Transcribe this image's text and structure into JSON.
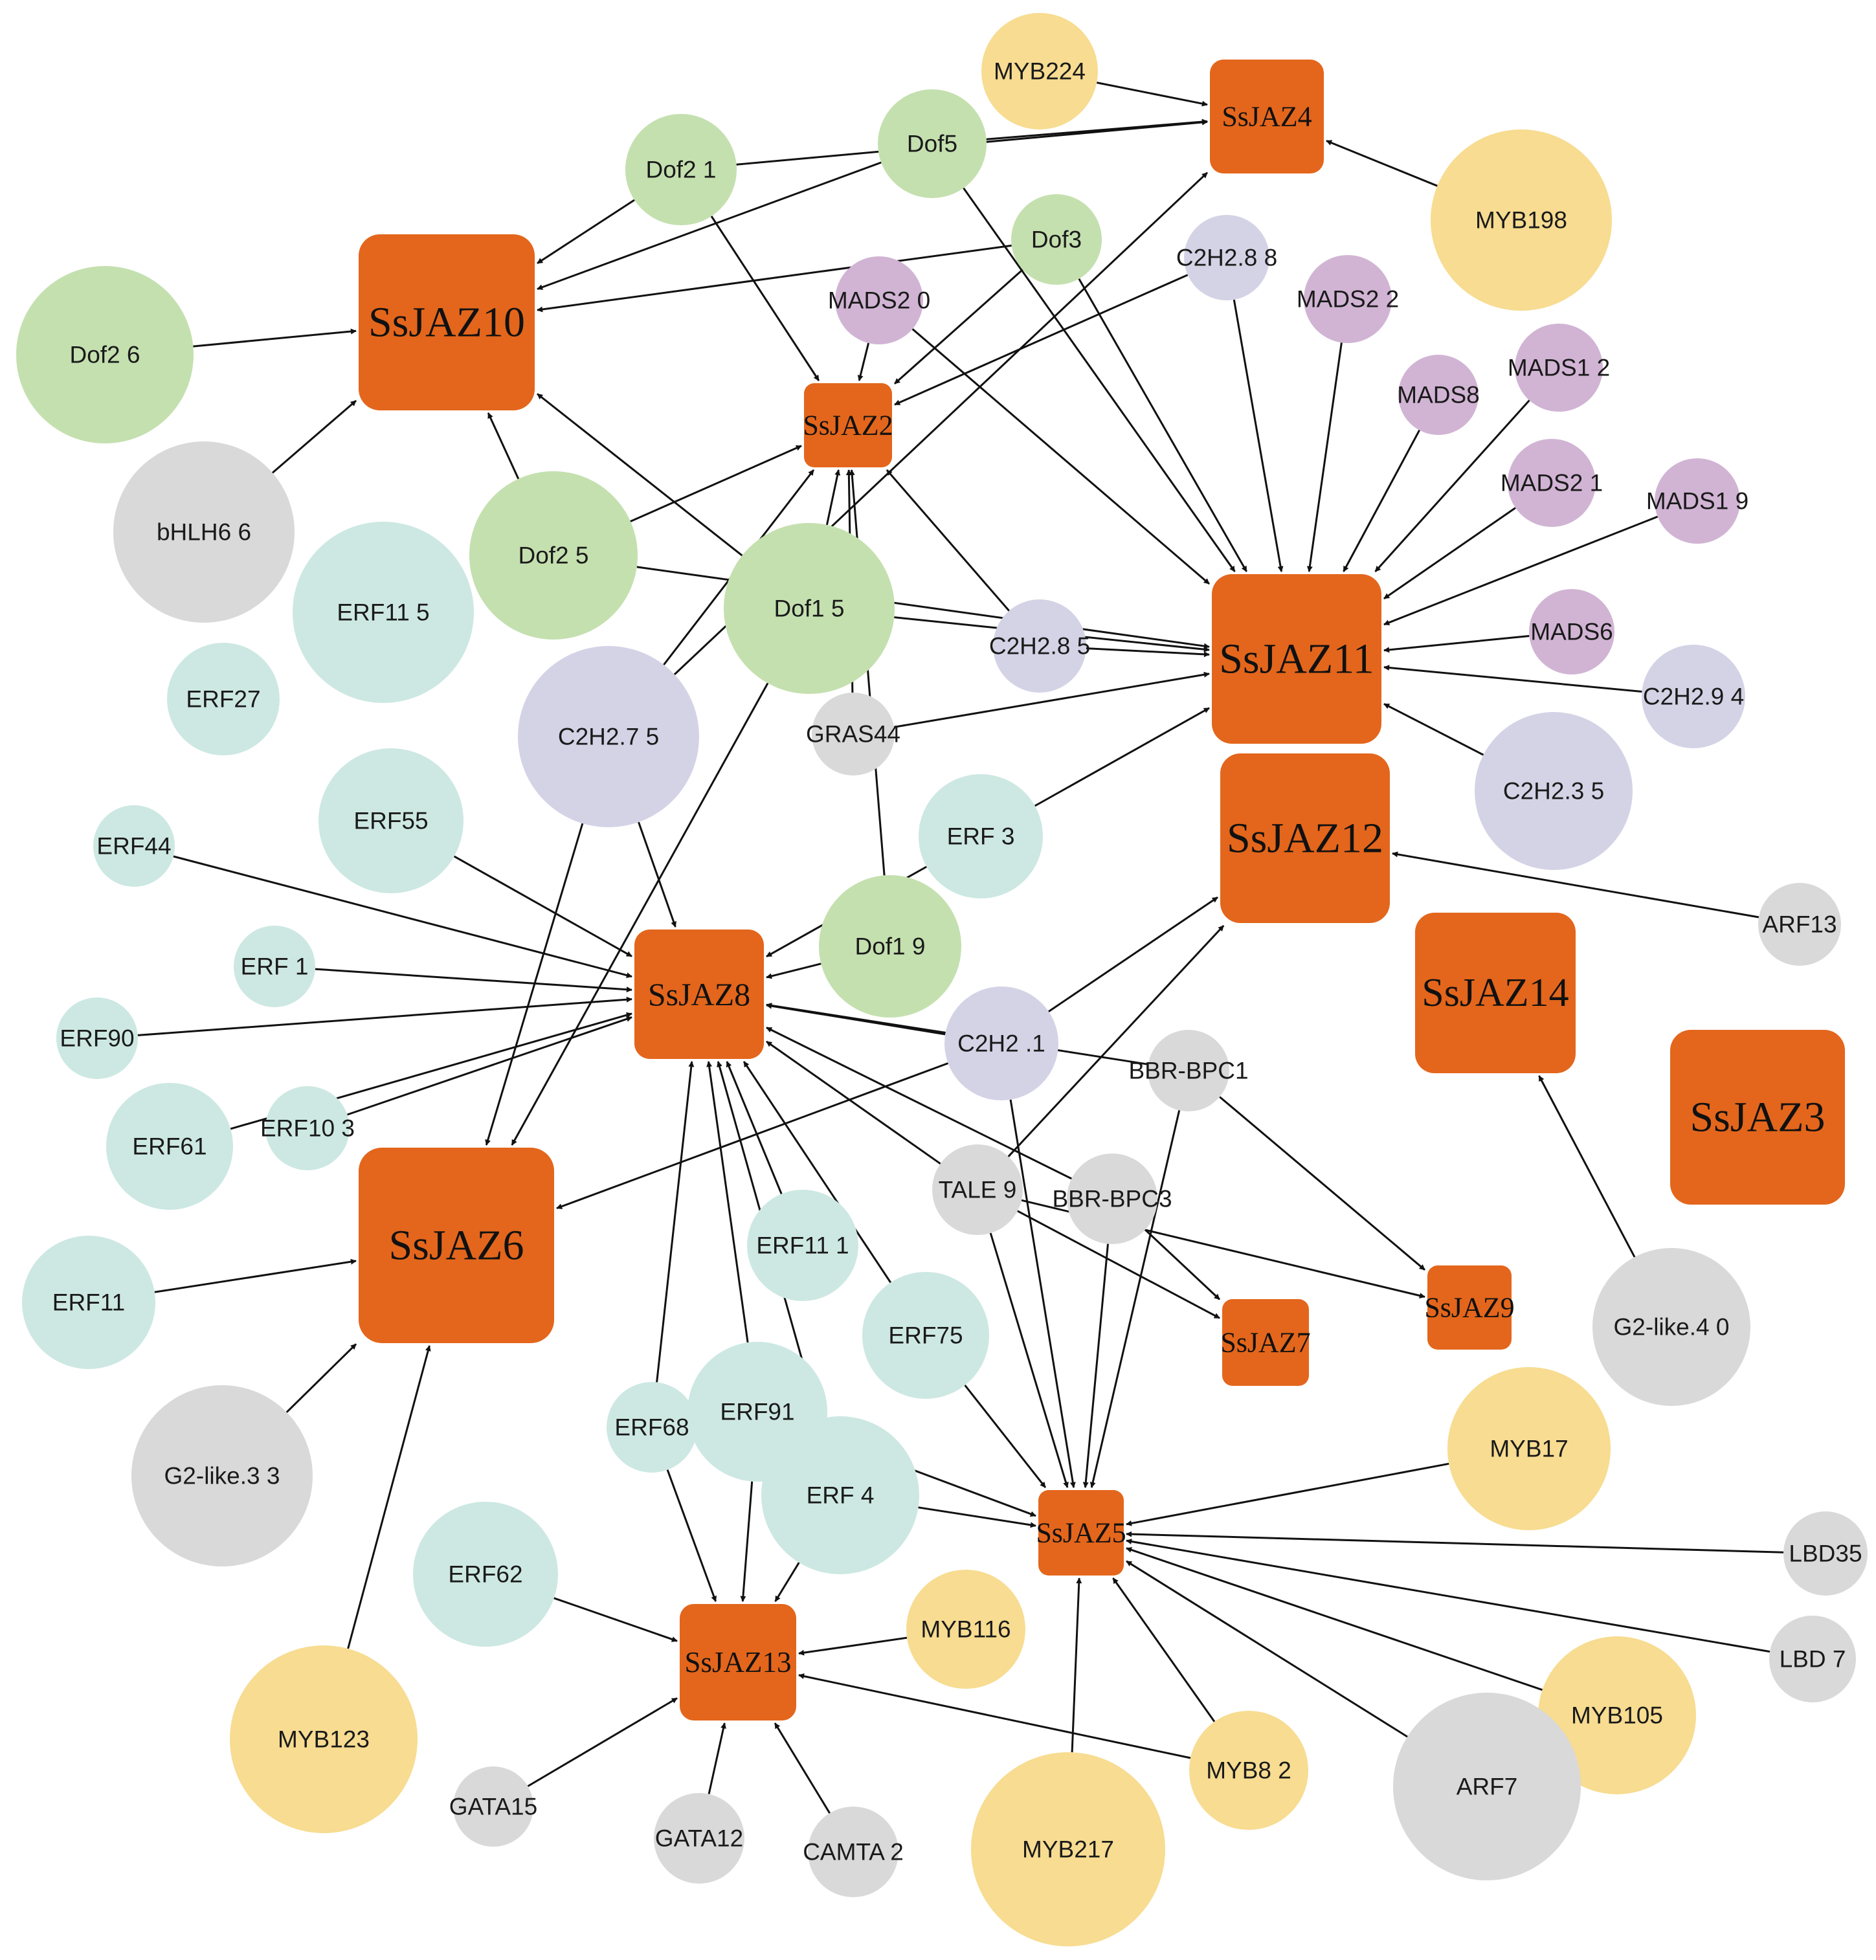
{
  "colors": {
    "jaz": "#E3661C",
    "Dof": "#C4E0AF",
    "MADS": "#D1B4D4",
    "C2H2": "#D4D3E6",
    "ERF": "#CDE8E2",
    "MYB": "#F7DC91",
    "other": "#D9D9D9",
    "edge": "#111111"
  },
  "jaz_nodes": [
    {
      "id": "SsJAZ4",
      "label": "SsJAZ4"
    },
    {
      "id": "SsJAZ10",
      "label": "SsJAZ10"
    },
    {
      "id": "SsJAZ2",
      "label": "SsJAZ2"
    },
    {
      "id": "SsJAZ11",
      "label": "SsJAZ11"
    },
    {
      "id": "SsJAZ12",
      "label": "SsJAZ12"
    },
    {
      "id": "SsJAZ14",
      "label": "SsJAZ14"
    },
    {
      "id": "SsJAZ3",
      "label": "SsJAZ3"
    },
    {
      "id": "SsJAZ8",
      "label": "SsJAZ8"
    },
    {
      "id": "SsJAZ6",
      "label": "SsJAZ6"
    },
    {
      "id": "SsJAZ7",
      "label": "SsJAZ7"
    },
    {
      "id": "SsJAZ9",
      "label": "SsJAZ9"
    },
    {
      "id": "SsJAZ5",
      "label": "SsJAZ5"
    },
    {
      "id": "SsJAZ13",
      "label": "SsJAZ13"
    }
  ],
  "tf_nodes": [
    {
      "id": "MYB224",
      "label": "MYB224",
      "family": "MYB"
    },
    {
      "id": "Dof21",
      "label": "Dof2 1",
      "family": "Dof"
    },
    {
      "id": "Dof5",
      "label": "Dof5",
      "family": "Dof"
    },
    {
      "id": "MYB198",
      "label": "MYB198",
      "family": "MYB"
    },
    {
      "id": "Dof3",
      "label": "Dof3",
      "family": "Dof"
    },
    {
      "id": "C2H2.88",
      "label": "C2H2.8 8",
      "family": "C2H2"
    },
    {
      "id": "MADS20",
      "label": "MADS2 0",
      "family": "MADS"
    },
    {
      "id": "MADS22",
      "label": "MADS2 2",
      "family": "MADS"
    },
    {
      "id": "Dof26",
      "label": "Dof2 6",
      "family": "Dof"
    },
    {
      "id": "MADS12",
      "label": "MADS1 2",
      "family": "MADS"
    },
    {
      "id": "MADS8",
      "label": "MADS8",
      "family": "MADS"
    },
    {
      "id": "MADS21",
      "label": "MADS2 1",
      "family": "MADS"
    },
    {
      "id": "MADS19",
      "label": "MADS1 9",
      "family": "MADS"
    },
    {
      "id": "bHLH66",
      "label": "bHLH6 6",
      "family": "other"
    },
    {
      "id": "Dof25",
      "label": "Dof2 5",
      "family": "Dof"
    },
    {
      "id": "ERF115",
      "label": "ERF11 5",
      "family": "ERF"
    },
    {
      "id": "Dof15",
      "label": "Dof1 5",
      "family": "Dof"
    },
    {
      "id": "C2H2.85",
      "label": "C2H2.8 5",
      "family": "C2H2"
    },
    {
      "id": "MADS6",
      "label": "MADS6",
      "family": "MADS"
    },
    {
      "id": "C2H2.94",
      "label": "C2H2.9 4",
      "family": "C2H2"
    },
    {
      "id": "ERF27",
      "label": "ERF27",
      "family": "ERF"
    },
    {
      "id": "C2H2.75",
      "label": "C2H2.7 5",
      "family": "C2H2"
    },
    {
      "id": "GRAS44",
      "label": "GRAS44",
      "family": "other"
    },
    {
      "id": "C2H2.35",
      "label": "C2H2.3 5",
      "family": "C2H2"
    },
    {
      "id": "ERF55",
      "label": "ERF55",
      "family": "ERF"
    },
    {
      "id": "ERF44",
      "label": "ERF44",
      "family": "ERF"
    },
    {
      "id": "ERF3",
      "label": "ERF 3",
      "family": "ERF"
    },
    {
      "id": "ARF13",
      "label": "ARF13",
      "family": "other"
    },
    {
      "id": "Dof19",
      "label": "Dof1 9",
      "family": "Dof"
    },
    {
      "id": "ERF1",
      "label": "ERF 1",
      "family": "ERF"
    },
    {
      "id": "C2H2.1",
      "label": "C2H2 .1",
      "family": "C2H2"
    },
    {
      "id": "ERF90",
      "label": "ERF90",
      "family": "ERF"
    },
    {
      "id": "BBR-BPC1",
      "label": "BBR-BPC1",
      "family": "other"
    },
    {
      "id": "ERF61",
      "label": "ERF61",
      "family": "ERF"
    },
    {
      "id": "ERF103",
      "label": "ERF10 3",
      "family": "ERF"
    },
    {
      "id": "TALE9",
      "label": "TALE 9",
      "family": "other"
    },
    {
      "id": "BBR-BPC3",
      "label": "BBR-BPC3",
      "family": "other"
    },
    {
      "id": "ERF111",
      "label": "ERF11 1",
      "family": "ERF"
    },
    {
      "id": "G2-like.40",
      "label": "G2-like.4 0",
      "family": "other"
    },
    {
      "id": "ERF11",
      "label": "ERF11",
      "family": "ERF"
    },
    {
      "id": "ERF75",
      "label": "ERF75",
      "family": "ERF"
    },
    {
      "id": "ERF68",
      "label": "ERF68",
      "family": "ERF"
    },
    {
      "id": "ERF91",
      "label": "ERF91",
      "family": "ERF"
    },
    {
      "id": "MYB17",
      "label": "MYB17",
      "family": "MYB"
    },
    {
      "id": "G2-like.33",
      "label": "G2-like.3 3",
      "family": "other"
    },
    {
      "id": "ERF4",
      "label": "ERF 4",
      "family": "ERF"
    },
    {
      "id": "ERF62",
      "label": "ERF62",
      "family": "ERF"
    },
    {
      "id": "LBD35",
      "label": "LBD35",
      "family": "other"
    },
    {
      "id": "MYB116",
      "label": "MYB116",
      "family": "MYB"
    },
    {
      "id": "LBD7",
      "label": "LBD 7",
      "family": "other"
    },
    {
      "id": "MYB105",
      "label": "MYB105",
      "family": "MYB"
    },
    {
      "id": "MYB123",
      "label": "MYB123",
      "family": "MYB"
    },
    {
      "id": "ARF7",
      "label": "ARF7",
      "family": "other"
    },
    {
      "id": "MYB82",
      "label": "MYB8 2",
      "family": "MYB"
    },
    {
      "id": "GATA15",
      "label": "GATA15",
      "family": "other"
    },
    {
      "id": "GATA12",
      "label": "GATA12",
      "family": "other"
    },
    {
      "id": "CAMTA2",
      "label": "CAMTA 2",
      "family": "other"
    },
    {
      "id": "MYB217",
      "label": "MYB217",
      "family": "MYB"
    }
  ],
  "edges": [
    [
      "MYB224",
      "SsJAZ4"
    ],
    [
      "Dof5",
      "SsJAZ4"
    ],
    [
      "Dof21",
      "SsJAZ4"
    ],
    [
      "MYB198",
      "SsJAZ4"
    ],
    [
      "C2H2.75",
      "SsJAZ4"
    ],
    [
      "Dof21",
      "SsJAZ10"
    ],
    [
      "Dof5",
      "SsJAZ10"
    ],
    [
      "Dof3",
      "SsJAZ10"
    ],
    [
      "Dof26",
      "SsJAZ10"
    ],
    [
      "bHLH66",
      "SsJAZ10"
    ],
    [
      "Dof25",
      "SsJAZ10"
    ],
    [
      "Dof15",
      "SsJAZ10"
    ],
    [
      "Dof21",
      "SsJAZ2"
    ],
    [
      "Dof3",
      "SsJAZ2"
    ],
    [
      "MADS20",
      "SsJAZ2"
    ],
    [
      "Dof25",
      "SsJAZ2"
    ],
    [
      "Dof15",
      "SsJAZ2"
    ],
    [
      "C2H2.85",
      "SsJAZ2"
    ],
    [
      "GRAS44",
      "SsJAZ2"
    ],
    [
      "Dof19",
      "SsJAZ2"
    ],
    [
      "C2H2.75",
      "SsJAZ2"
    ],
    [
      "C2H2.88",
      "SsJAZ2"
    ],
    [
      "Dof5",
      "SsJAZ11"
    ],
    [
      "Dof3",
      "SsJAZ11"
    ],
    [
      "MADS20",
      "SsJAZ11"
    ],
    [
      "C2H2.88",
      "SsJAZ11"
    ],
    [
      "MADS22",
      "SsJAZ11"
    ],
    [
      "MADS8",
      "SsJAZ11"
    ],
    [
      "MADS12",
      "SsJAZ11"
    ],
    [
      "MADS21",
      "SsJAZ11"
    ],
    [
      "MADS19",
      "SsJAZ11"
    ],
    [
      "MADS6",
      "SsJAZ11"
    ],
    [
      "C2H2.94",
      "SsJAZ11"
    ],
    [
      "C2H2.35",
      "SsJAZ11"
    ],
    [
      "Dof25",
      "SsJAZ11"
    ],
    [
      "Dof15",
      "SsJAZ11"
    ],
    [
      "C2H2.85",
      "SsJAZ11"
    ],
    [
      "GRAS44",
      "SsJAZ11"
    ],
    [
      "ERF3",
      "SsJAZ11"
    ],
    [
      "ARF13",
      "SsJAZ12"
    ],
    [
      "C2H2.1",
      "SsJAZ12"
    ],
    [
      "TALE9",
      "SsJAZ12"
    ],
    [
      "G2-like.40",
      "SsJAZ14"
    ],
    [
      "ERF44",
      "SsJAZ8"
    ],
    [
      "ERF1",
      "SsJAZ8"
    ],
    [
      "ERF90",
      "SsJAZ8"
    ],
    [
      "ERF103",
      "SsJAZ8"
    ],
    [
      "ERF55",
      "SsJAZ8"
    ],
    [
      "C2H2.75",
      "SsJAZ8"
    ],
    [
      "Dof19",
      "SsJAZ8"
    ],
    [
      "ERF3",
      "SsJAZ8"
    ],
    [
      "C2H2.1",
      "SsJAZ8"
    ],
    [
      "BBR-BPC1",
      "SsJAZ8"
    ],
    [
      "TALE9",
      "SsJAZ8"
    ],
    [
      "ERF111",
      "SsJAZ8"
    ],
    [
      "ERF75",
      "SsJAZ8"
    ],
    [
      "ERF68",
      "SsJAZ8"
    ],
    [
      "ERF91",
      "SsJAZ8"
    ],
    [
      "ERF4",
      "SsJAZ8"
    ],
    [
      "ERF61",
      "SsJAZ8"
    ],
    [
      "BBR-BPC3",
      "SsJAZ8"
    ],
    [
      "ERF11",
      "SsJAZ6"
    ],
    [
      "G2-like.33",
      "SsJAZ6"
    ],
    [
      "MYB123",
      "SsJAZ6"
    ],
    [
      "C2H2.75",
      "SsJAZ6"
    ],
    [
      "Dof15",
      "SsJAZ6"
    ],
    [
      "C2H2.1",
      "SsJAZ6"
    ],
    [
      "TALE9",
      "SsJAZ7"
    ],
    [
      "BBR-BPC3",
      "SsJAZ7"
    ],
    [
      "TALE9",
      "SsJAZ9"
    ],
    [
      "BBR-BPC1",
      "SsJAZ9"
    ],
    [
      "MYB17",
      "SsJAZ5"
    ],
    [
      "LBD35",
      "SsJAZ5"
    ],
    [
      "LBD7",
      "SsJAZ5"
    ],
    [
      "MYB105",
      "SsJAZ5"
    ],
    [
      "ARF7",
      "SsJAZ5"
    ],
    [
      "MYB82",
      "SsJAZ5"
    ],
    [
      "MYB217",
      "SsJAZ5"
    ],
    [
      "ERF4",
      "SsJAZ5"
    ],
    [
      "ERF75",
      "SsJAZ5"
    ],
    [
      "TALE9",
      "SsJAZ5"
    ],
    [
      "BBR-BPC3",
      "SsJAZ5"
    ],
    [
      "BBR-BPC1",
      "SsJAZ5"
    ],
    [
      "ERF91",
      "SsJAZ5"
    ],
    [
      "C2H2.1",
      "SsJAZ5"
    ],
    [
      "ERF62",
      "SsJAZ13"
    ],
    [
      "MYB116",
      "SsJAZ13"
    ],
    [
      "MYB82",
      "SsJAZ13"
    ],
    [
      "GATA15",
      "SsJAZ13"
    ],
    [
      "GATA12",
      "SsJAZ13"
    ],
    [
      "CAMTA2",
      "SsJAZ13"
    ],
    [
      "ERF91",
      "SsJAZ13"
    ],
    [
      "ERF4",
      "SsJAZ13"
    ],
    [
      "ERF68",
      "SsJAZ13"
    ]
  ]
}
